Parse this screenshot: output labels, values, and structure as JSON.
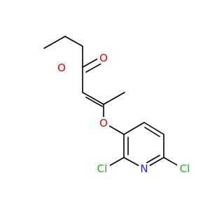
{
  "molecule": {
    "atoms": {
      "o_ester": {
        "label": "O",
        "color": "#e8000b"
      },
      "o_carbonyl": {
        "label": "O",
        "color": "#e8000b"
      },
      "o_ether": {
        "label": "O",
        "color": "#e8000b"
      },
      "cl_left": {
        "label": "Cl",
        "color": "#1eb41e"
      },
      "cl_right": {
        "label": "Cl",
        "color": "#1eb41e"
      },
      "n_ring": {
        "label": "N",
        "color": "#2222ff"
      }
    }
  }
}
